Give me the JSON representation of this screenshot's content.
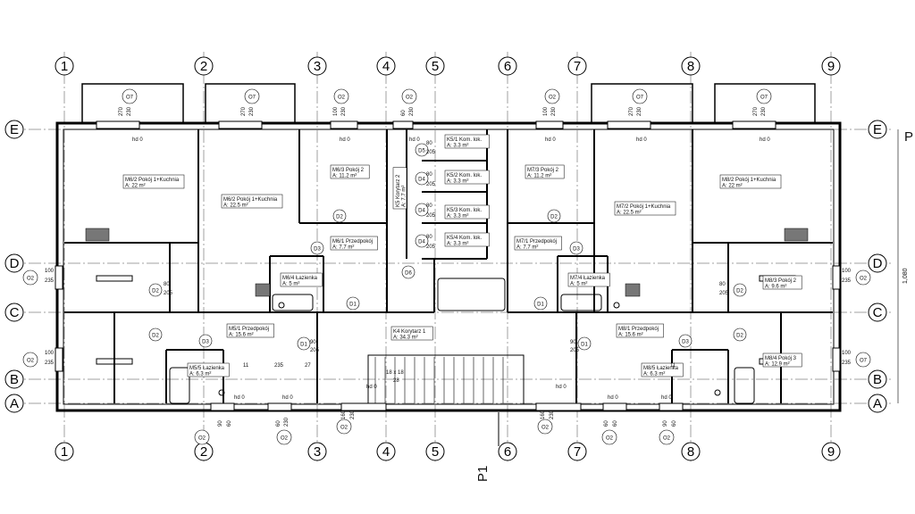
{
  "axes": {
    "vertical": [
      "1",
      "2",
      "3",
      "4",
      "5",
      "6",
      "7",
      "8",
      "9"
    ],
    "horizontal": [
      "E",
      "D",
      "C",
      "B",
      "A"
    ]
  },
  "section_marks": {
    "p1": "P1",
    "p": "P"
  },
  "overall_dimension": "1,080",
  "rooms": [
    {
      "name": "M6/2 Pokój 1+Kuchnia",
      "area": "A: 22 m²"
    },
    {
      "name": "M6/2 Pokój 1+Kuchnia",
      "area": "A: 22.5 m²"
    },
    {
      "name": "M6/3 Pokój 2",
      "area": "A: 11.2 m²"
    },
    {
      "name": "M6/1 Przedpokój",
      "area": "A: 7.7 m²"
    },
    {
      "name": "M6/4 Łazienka",
      "area": "A: 5 m²"
    },
    {
      "name": "K5/1 Kom. lok.",
      "area": "A: 3.3 m²"
    },
    {
      "name": "K5/2 Kom. lok.",
      "area": "A: 3.3 m²"
    },
    {
      "name": "K5/3 Kom. lok.",
      "area": "A: 3.3 m²"
    },
    {
      "name": "K5/4 Kom. lok.",
      "area": "A: 3.3 m²"
    },
    {
      "name": "K5 Korytarz 2",
      "area": "A: 7.7 m²"
    },
    {
      "name": "M7/3 Pokój 2",
      "area": "A: 11.2 m²"
    },
    {
      "name": "M7/2 Pokój 1+Kuchnia",
      "area": "A: 22.5 m²"
    },
    {
      "name": "M7/1 Przedpokój",
      "area": "A: 7.7 m²"
    },
    {
      "name": "M7/4 Łazienka",
      "area": "A: 5 m²"
    },
    {
      "name": "M8/2 Pokój 1+Kuchnia",
      "area": "A: 22 m²"
    },
    {
      "name": "M8/3 Pokój 2",
      "area": "A: 9.6 m²"
    },
    {
      "name": "M8/4 Pokój 3",
      "area": "A: 12.9 m²"
    },
    {
      "name": "M8/1 Przedpokój",
      "area": "A: 15.6 m²"
    },
    {
      "name": "M8/5 Łazienka",
      "area": "A: 6.3 m²"
    },
    {
      "name": "M5/1 Przedpokój",
      "area": "A: 15.6 m²"
    },
    {
      "name": "M5/5 Łazienka",
      "area": "A: 6.3 m²"
    },
    {
      "name": "K4 Korytarz 1",
      "area": "A: 34.3 m²"
    }
  ],
  "stair_label": {
    "line1": "18 x 18",
    "line2": "28"
  },
  "window_tags": [
    "O7",
    "O7",
    "O2",
    "O2",
    "O2",
    "O7",
    "O7",
    "O2",
    "O2",
    "O2",
    "O7",
    "O2",
    "O2",
    "O2",
    "O2",
    "O2",
    "O2"
  ],
  "door_tags": [
    "D1",
    "D2",
    "D3",
    "D4",
    "D5",
    "D6"
  ],
  "dims": {
    "d270": "270",
    "d230": "230",
    "d100": "100",
    "d60": "60",
    "d80": "80",
    "d205": "205",
    "d235": "235",
    "d90": "90",
    "d160": "160",
    "d27": "27",
    "d11": "11",
    "hd0": "hd 0"
  }
}
